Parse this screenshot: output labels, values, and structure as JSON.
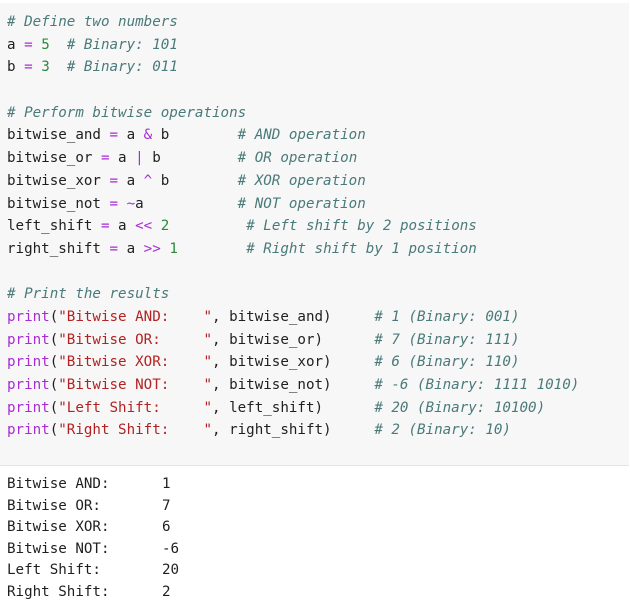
{
  "code_cell": {
    "lines": [
      [
        {
          "t": "comment",
          "v": "# Define two numbers"
        }
      ],
      [
        {
          "t": "plain",
          "v": "a "
        },
        {
          "t": "op",
          "v": "="
        },
        {
          "t": "plain",
          "v": " "
        },
        {
          "t": "num",
          "v": "5"
        },
        {
          "t": "plain",
          "v": "  "
        },
        {
          "t": "comment",
          "v": "# Binary: 101"
        }
      ],
      [
        {
          "t": "plain",
          "v": "b "
        },
        {
          "t": "op",
          "v": "="
        },
        {
          "t": "plain",
          "v": " "
        },
        {
          "t": "num",
          "v": "3"
        },
        {
          "t": "plain",
          "v": "  "
        },
        {
          "t": "comment",
          "v": "# Binary: 011"
        }
      ],
      [],
      [
        {
          "t": "comment",
          "v": "# Perform bitwise operations"
        }
      ],
      [
        {
          "t": "plain",
          "v": "bitwise_and "
        },
        {
          "t": "op",
          "v": "="
        },
        {
          "t": "plain",
          "v": " a "
        },
        {
          "t": "op",
          "v": "&"
        },
        {
          "t": "plain",
          "v": " b        "
        },
        {
          "t": "comment",
          "v": "# AND operation"
        }
      ],
      [
        {
          "t": "plain",
          "v": "bitwise_or "
        },
        {
          "t": "op",
          "v": "="
        },
        {
          "t": "plain",
          "v": " a "
        },
        {
          "t": "op",
          "v": "|"
        },
        {
          "t": "plain",
          "v": " b         "
        },
        {
          "t": "comment",
          "v": "# OR operation"
        }
      ],
      [
        {
          "t": "plain",
          "v": "bitwise_xor "
        },
        {
          "t": "op",
          "v": "="
        },
        {
          "t": "plain",
          "v": " a "
        },
        {
          "t": "op",
          "v": "^"
        },
        {
          "t": "plain",
          "v": " b        "
        },
        {
          "t": "comment",
          "v": "# XOR operation"
        }
      ],
      [
        {
          "t": "plain",
          "v": "bitwise_not "
        },
        {
          "t": "op",
          "v": "="
        },
        {
          "t": "plain",
          "v": " "
        },
        {
          "t": "op",
          "v": "~"
        },
        {
          "t": "plain",
          "v": "a           "
        },
        {
          "t": "comment",
          "v": "# NOT operation"
        }
      ],
      [
        {
          "t": "plain",
          "v": "left_shift "
        },
        {
          "t": "op",
          "v": "="
        },
        {
          "t": "plain",
          "v": " a "
        },
        {
          "t": "op",
          "v": "<<"
        },
        {
          "t": "plain",
          "v": " "
        },
        {
          "t": "num",
          "v": "2"
        },
        {
          "t": "plain",
          "v": "         "
        },
        {
          "t": "comment",
          "v": "# Left shift by 2 positions"
        }
      ],
      [
        {
          "t": "plain",
          "v": "right_shift "
        },
        {
          "t": "op",
          "v": "="
        },
        {
          "t": "plain",
          "v": " a "
        },
        {
          "t": "op",
          "v": ">>"
        },
        {
          "t": "plain",
          "v": " "
        },
        {
          "t": "num",
          "v": "1"
        },
        {
          "t": "plain",
          "v": "        "
        },
        {
          "t": "comment",
          "v": "# Right shift by 1 position"
        }
      ],
      [],
      [
        {
          "t": "comment",
          "v": "# Print the results"
        }
      ],
      [
        {
          "t": "builtin",
          "v": "print"
        },
        {
          "t": "plain",
          "v": "("
        },
        {
          "t": "str",
          "v": "\"Bitwise AND:    \""
        },
        {
          "t": "plain",
          "v": ", bitwise_and)     "
        },
        {
          "t": "comment",
          "v": "# 1 (Binary: 001)"
        }
      ],
      [
        {
          "t": "builtin",
          "v": "print"
        },
        {
          "t": "plain",
          "v": "("
        },
        {
          "t": "str",
          "v": "\"Bitwise OR:     \""
        },
        {
          "t": "plain",
          "v": ", bitwise_or)      "
        },
        {
          "t": "comment",
          "v": "# 7 (Binary: 111)"
        }
      ],
      [
        {
          "t": "builtin",
          "v": "print"
        },
        {
          "t": "plain",
          "v": "("
        },
        {
          "t": "str",
          "v": "\"Bitwise XOR:    \""
        },
        {
          "t": "plain",
          "v": ", bitwise_xor)     "
        },
        {
          "t": "comment",
          "v": "# 6 (Binary: 110)"
        }
      ],
      [
        {
          "t": "builtin",
          "v": "print"
        },
        {
          "t": "plain",
          "v": "("
        },
        {
          "t": "str",
          "v": "\"Bitwise NOT:    \""
        },
        {
          "t": "plain",
          "v": ", bitwise_not)     "
        },
        {
          "t": "comment",
          "v": "# -6 (Binary: 1111 1010)"
        }
      ],
      [
        {
          "t": "builtin",
          "v": "print"
        },
        {
          "t": "plain",
          "v": "("
        },
        {
          "t": "str",
          "v": "\"Left Shift:     \""
        },
        {
          "t": "plain",
          "v": ", left_shift)      "
        },
        {
          "t": "comment",
          "v": "# 20 (Binary: 10100)"
        }
      ],
      [
        {
          "t": "builtin",
          "v": "print"
        },
        {
          "t": "plain",
          "v": "("
        },
        {
          "t": "str",
          "v": "\"Right Shift:    \""
        },
        {
          "t": "plain",
          "v": ", right_shift)     "
        },
        {
          "t": "comment",
          "v": "# 2 (Binary: 10)"
        }
      ]
    ]
  },
  "output": {
    "rows": [
      {
        "label": "Bitwise AND:",
        "value": "1"
      },
      {
        "label": "Bitwise OR:",
        "value": "7"
      },
      {
        "label": "Bitwise XOR:",
        "value": "6"
      },
      {
        "label": "Bitwise NOT:",
        "value": "-6"
      },
      {
        "label": "Left Shift:",
        "value": "20"
      },
      {
        "label": "Right Shift:",
        "value": "2"
      }
    ]
  },
  "colors": {
    "comment": "#4a7a7a",
    "operator": "#a82cd3",
    "number": "#2b8a3e",
    "string": "#b22222",
    "cell_background": "#f7f7f7"
  }
}
